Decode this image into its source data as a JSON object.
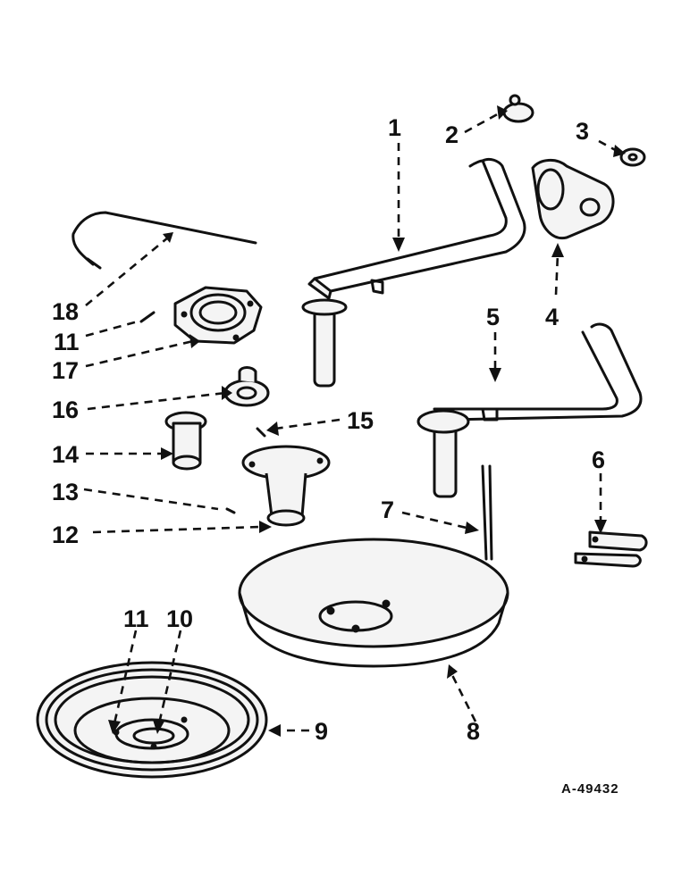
{
  "figure": {
    "reference": "A-49432",
    "callouts": {
      "c1": "1",
      "c2": "2",
      "c3": "3",
      "c4": "4",
      "c5": "5",
      "c6": "6",
      "c7": "7",
      "c8": "8",
      "c9": "9",
      "c10": "10",
      "c11a": "11",
      "c11b": "11",
      "c12": "12",
      "c13": "13",
      "c14": "14",
      "c15": "15",
      "c16": "16",
      "c17": "17",
      "c18": "18"
    }
  }
}
